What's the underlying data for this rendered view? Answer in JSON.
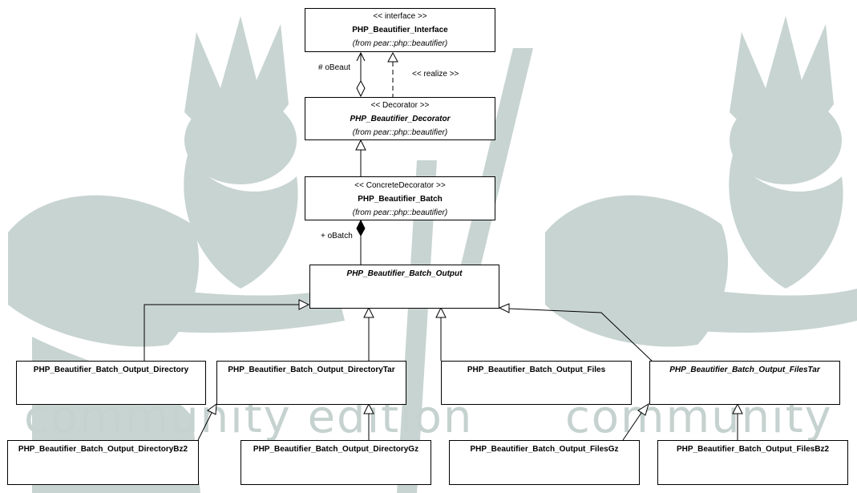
{
  "watermark": {
    "text_left": "community edition",
    "text_right": "community",
    "color": "#c5d2cf"
  },
  "classes": {
    "interface": {
      "stereotype": "<< interface >>",
      "name": "PHP_Beautifier_Interface",
      "from": "(from pear::php::beautifier)"
    },
    "decorator": {
      "stereotype": "<< Decorator >>",
      "name": "PHP_Beautifier_Decorator",
      "from": "(from pear::php::beautifier)"
    },
    "batch": {
      "stereotype": "<< ConcreteDecorator >>",
      "name": "PHP_Beautifier_Batch",
      "from": "(from pear::php::beautifier)"
    },
    "batch_output": {
      "name": "PHP_Beautifier_Batch_Output"
    },
    "output_directory": {
      "name": "PHP_Beautifier_Batch_Output_Directory"
    },
    "output_directory_tar": {
      "name": "PHP_Beautifier_Batch_Output_DirectoryTar"
    },
    "output_files": {
      "name": "PHP_Beautifier_Batch_Output_Files"
    },
    "output_files_tar": {
      "name": "PHP_Beautifier_Batch_Output_FilesTar"
    },
    "output_directory_bz2": {
      "name": "PHP_Beautifier_Batch_Output_DirectoryBz2"
    },
    "output_directory_gz": {
      "name": "PHP_Beautifier_Batch_Output_DirectoryGz"
    },
    "output_files_gz": {
      "name": "PHP_Beautifier_Batch_Output_FilesGz"
    },
    "output_files_bz2": {
      "name": "PHP_Beautifier_Batch_Output_FilesBz2"
    }
  },
  "relations": {
    "obeaut_label": "# oBeaut",
    "realize_label": "<< realize >>",
    "obatch_label": "+ oBatch"
  }
}
